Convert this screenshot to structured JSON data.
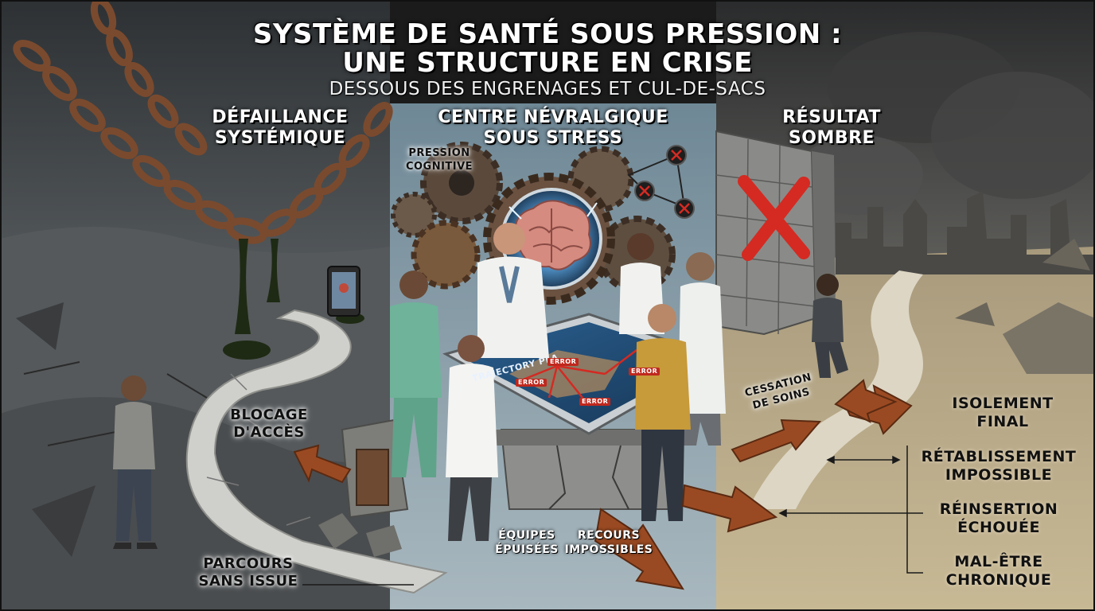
{
  "title": {
    "line1": "SYSTÈME DE SANTÉ SOUS PRESSION :",
    "line2": "UNE STRUCTURE EN CRISE",
    "subtitle": "DESSOUS DES ENGRENAGES ET CUL-DE-SACS"
  },
  "panels": {
    "left": {
      "line1": "DÉFAILLANCE",
      "line2": "SYSTÉMIQUE"
    },
    "center": {
      "line1": "CENTRE NÉVRALGIQUE",
      "line2": "SOUS STRESS"
    },
    "right": {
      "line1": "RÉSULTAT",
      "line2": "SOMBRE"
    }
  },
  "labels": {
    "pression": {
      "line1": "PRESSION",
      "line2": "COGNITIVE"
    },
    "blocage": {
      "line1": "BLOCAGE",
      "line2": "D'ACCÈS"
    },
    "parcours": {
      "line1": "PARCOURS",
      "line2": "SANS ISSUE"
    },
    "equipes": {
      "line1": "ÉQUIPES",
      "line2": "ÉPUISÉES"
    },
    "recours": {
      "line1": "RECOURS",
      "line2": "IMPOSSIBLES"
    },
    "cessation": {
      "line1": "CESSATION",
      "line2": "DE SOINS"
    }
  },
  "outcomes": [
    {
      "line1": "ISOLEMENT",
      "line2": "FINAL"
    },
    {
      "line1": "RÉTABLISSEMENT",
      "line2": "IMPOSSIBLE"
    },
    {
      "line1": "RÉINSERTION",
      "line2": "ÉCHOUÉE"
    },
    {
      "line1": "MAL-ÊTRE",
      "line2": "CHRONIQUE"
    }
  ],
  "table_screen": {
    "header": "TRAJECTORY PLA",
    "errors": [
      "ERROR",
      "ERROR",
      "ERROR",
      "ERROR"
    ]
  },
  "colors": {
    "left_sky": "#3c3f42",
    "center_bg": "#8fa3ae",
    "right_ground": "#b9a887",
    "rust": "#9a4a22",
    "error_red": "#c0281d",
    "x_mark": "#d42a22"
  }
}
